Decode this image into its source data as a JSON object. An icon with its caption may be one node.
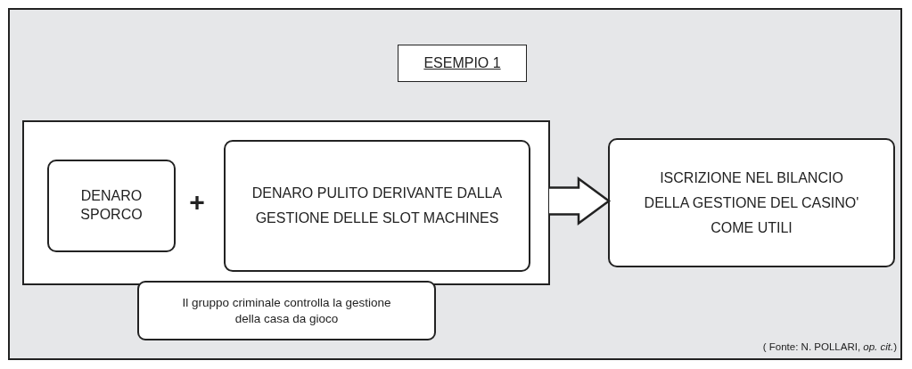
{
  "diagram": {
    "nodes": [
      {
        "text": [
          "ESEMPIO 1"
        ]
      },
      {
        "text": [],
        "shape": "box"
      },
      {
        "text": [
          "DENARO SPORCO"
        ],
        "in": 1
      },
      {
        "text": [
          "DENARO PULITO DERIVANTE DALLA GESTIONE DELLE SLOT MACHINES"
        ],
        "in": 1
      },
      {
        "text": [
          "ISCRIZIONE NEL BILANCIO DELLA GESTIONE DEL CASINO' COME UTILI"
        ]
      },
      {
        "text": [
          "Il gruppo criminale controlla la gestione della casa da gioco"
        ]
      }
    ],
    "edges": [
      {
        "from": 1,
        "to": 4,
        "arrow": "to",
        "style": "thick"
      }
    ],
    "labels": [
      "+",
      "( Fonte: N. POLLARI, *op. cit.*)"
    ]
  }
}
